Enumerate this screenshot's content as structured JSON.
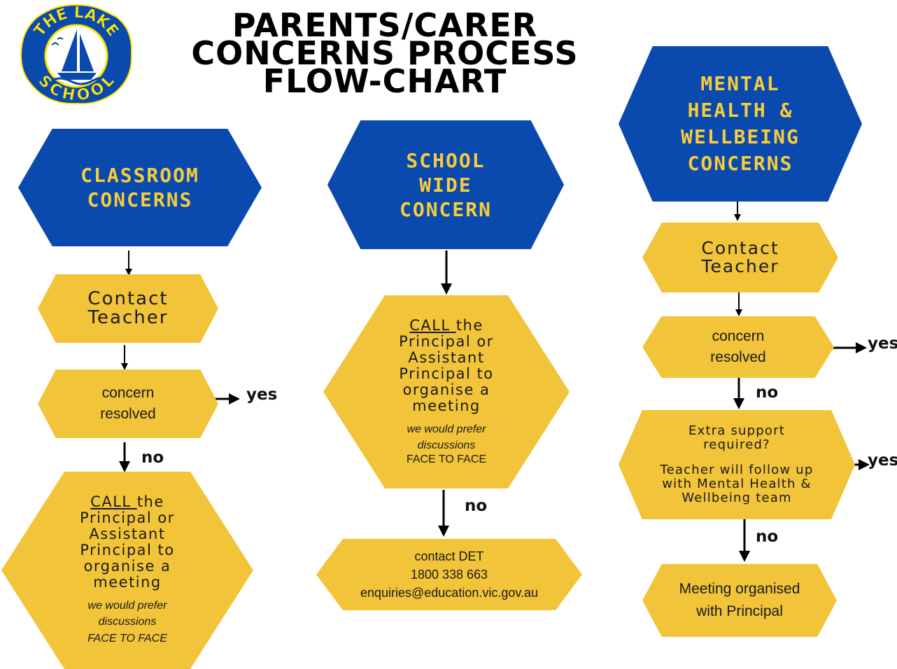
{
  "logo": {
    "text_top": "THE LAKE",
    "text_bottom": "SCHOOL",
    "colors": {
      "ring": "#0a49ad",
      "fill": "#ffe600",
      "text": "#ffe600"
    }
  },
  "title": {
    "line1": "PARENTS/CARER",
    "line2": "CONCERNS PROCESS",
    "line3": "FLOW-CHART"
  },
  "colors": {
    "blue": "#0a49ad",
    "yellow": "#f2c43a",
    "blue_text": "#f7cd3a",
    "arrow": "#000000"
  },
  "columns": {
    "classroom": {
      "header": "CLASSROOM\nCONCERNS",
      "contact": "Contact\nTeacher",
      "resolved": "concern\nresolved",
      "yes": "yes",
      "no": "no",
      "call_underlined": "CALL ",
      "call_rest": "the\nPrincipal or\nAssistant\nPrincipal to\norganise a\nmeeting",
      "note_line1": "we would prefer",
      "note_line2": "discussions",
      "note_line3": "FACE TO FACE"
    },
    "school": {
      "header": "SCHOOL\nWIDE\nCONCERN",
      "call_underlined": "CALL ",
      "call_rest": "the\nPrincipal or\nAssistant\nPrincipal to\norganise a\nmeeting",
      "note_line1": "we would prefer",
      "note_line2": "discussions",
      "note_line3": "FACE TO FACE",
      "no": "no",
      "det_line1": "contact DET",
      "det_line2": "1800 338 663",
      "det_line3": "enquiries@education.vic.gov.au"
    },
    "wellbeing": {
      "header": "MENTAL\nHEALTH &\nWELLBEING\nCONCERNS",
      "contact": "Contact\nTeacher",
      "resolved": "concern\nresolved",
      "yes1": "yes",
      "no1": "no",
      "extra": "Extra support\nrequired?",
      "follow": "Teacher will follow up\nwith Mental Health &\nWellbeing team",
      "yes2": "yes",
      "no2": "no",
      "meeting": "Meeting organised\nwith Principal"
    }
  }
}
